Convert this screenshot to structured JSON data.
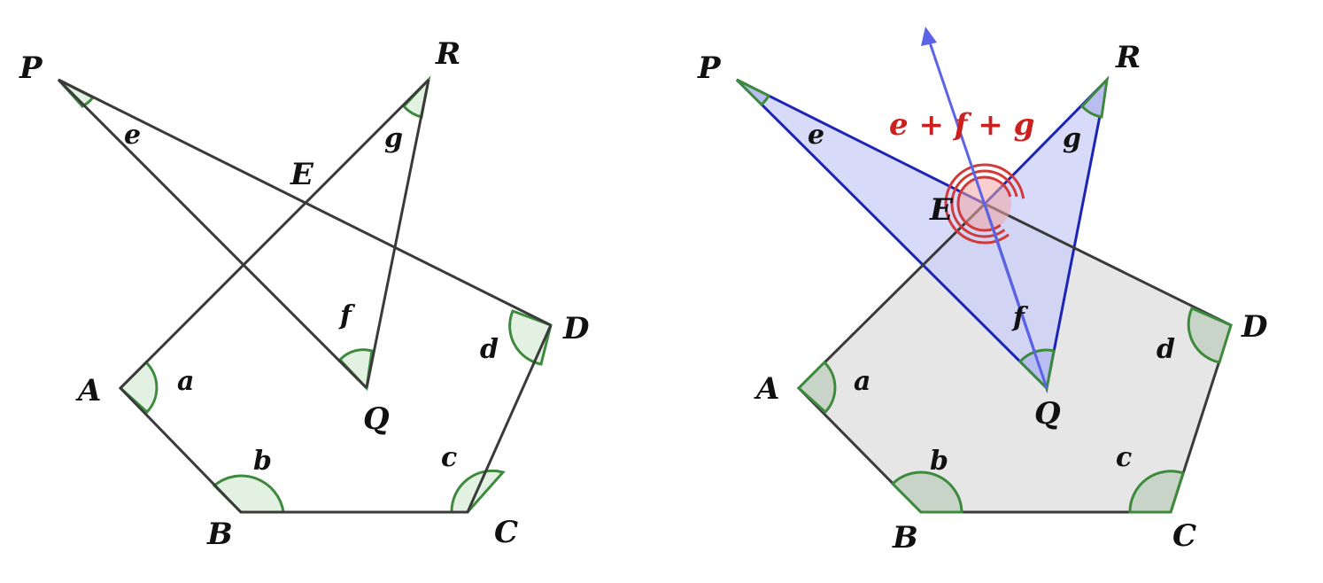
{
  "colors": {
    "line": "#3a3a3a",
    "angle_stroke": "#3d8a3d",
    "angle_fill": "#e3f1e3",
    "angle_fill_right": "#c7d4c7",
    "pentagon_fill": "#e6e6e6",
    "triangle_stroke": "#1c24b8",
    "triangle_fill": "#c9cdf5",
    "arrow": "#5b63e6",
    "sum_angle": "#d23a3a",
    "sum_text": "#cc1f1f"
  },
  "left_figure": {
    "points": [
      {
        "key": "A",
        "label": "A"
      },
      {
        "key": "B",
        "label": "B"
      },
      {
        "key": "C",
        "label": "C"
      },
      {
        "key": "D",
        "label": "D"
      },
      {
        "key": "E",
        "label": "E"
      },
      {
        "key": "P",
        "label": "P"
      },
      {
        "key": "Q",
        "label": "Q"
      },
      {
        "key": "R",
        "label": "R"
      }
    ],
    "angles": [
      {
        "key": "a",
        "label": "a"
      },
      {
        "key": "b",
        "label": "b"
      },
      {
        "key": "c",
        "label": "c"
      },
      {
        "key": "d",
        "label": "d"
      },
      {
        "key": "e",
        "label": "e"
      },
      {
        "key": "f",
        "label": "f"
      },
      {
        "key": "g",
        "label": "g"
      }
    ]
  },
  "right_figure": {
    "points": [
      {
        "key": "A",
        "label": "A"
      },
      {
        "key": "B",
        "label": "B"
      },
      {
        "key": "C",
        "label": "C"
      },
      {
        "key": "D",
        "label": "D"
      },
      {
        "key": "E",
        "label": "E"
      },
      {
        "key": "P",
        "label": "P"
      },
      {
        "key": "Q",
        "label": "Q"
      },
      {
        "key": "R",
        "label": "R"
      }
    ],
    "angles": [
      {
        "key": "a",
        "label": "a"
      },
      {
        "key": "b",
        "label": "b"
      },
      {
        "key": "c",
        "label": "c"
      },
      {
        "key": "d",
        "label": "d"
      },
      {
        "key": "e",
        "label": "e"
      },
      {
        "key": "f",
        "label": "f"
      },
      {
        "key": "g",
        "label": "g"
      }
    ],
    "sum_label": "e + f + g"
  }
}
